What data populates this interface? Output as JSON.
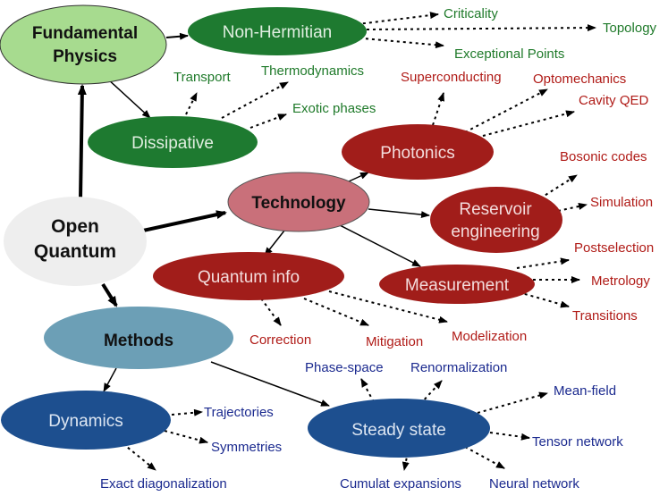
{
  "colors": {
    "center": "#eeeeee",
    "fundamental": "#a7db8f",
    "nonhermitian": "#1e7a30",
    "dissipative": "#1e7a30",
    "technology": "#c9707a",
    "photonics": "#a11d1a",
    "reservoir": "#a11d1a",
    "quantum_info": "#a11d1a",
    "measurement": "#a11d1a",
    "methods": "#6c9fb6",
    "dynamics": "#1d4f8f",
    "steady_state": "#1d4f8f",
    "green_text": "#1f7a2a",
    "red_text": "#b01b17",
    "blue_text": "#1b2a8f"
  },
  "nodes": {
    "center": [
      "Open",
      "Quantum"
    ],
    "fundamental": [
      "Fundamental",
      "Physics"
    ],
    "nonhermitian": "Non-Hermitian",
    "dissipative": "Dissipative",
    "technology": "Technology",
    "photonics": "Photonics",
    "reservoir": [
      "Reservoir",
      "engineering"
    ],
    "quantum_info": "Quantum info",
    "measurement": "Measurement",
    "methods": "Methods",
    "dynamics": "Dynamics",
    "steady_state": "Steady state"
  },
  "leaves": {
    "criticality": "Criticality",
    "topology": "Topology",
    "exceptional_points": "Exceptional Points",
    "transport": "Transport",
    "thermodynamics": "Thermodynamics",
    "exotic_phases": "Exotic phases",
    "superconducting": "Superconducting",
    "optomechanics": "Optomechanics",
    "cavity_qed": "Cavity QED",
    "bosonic_codes": "Bosonic codes",
    "simulation": "Simulation",
    "postselection": "Postselection",
    "metrology": "Metrology",
    "transitions": "Transitions",
    "correction": "Correction",
    "mitigation": "Mitigation",
    "modelization": "Modelization",
    "phase_space": "Phase-space",
    "renormalization": "Renormalization",
    "mean_field": "Mean-field",
    "tensor_network": "Tensor network",
    "neural_network": "Neural network",
    "cumulat_expansions": "Cumulat expansions",
    "exact_diagonalization": "Exact diagonalization",
    "trajectories": "Trajectories",
    "symmetries": "Symmetries"
  }
}
